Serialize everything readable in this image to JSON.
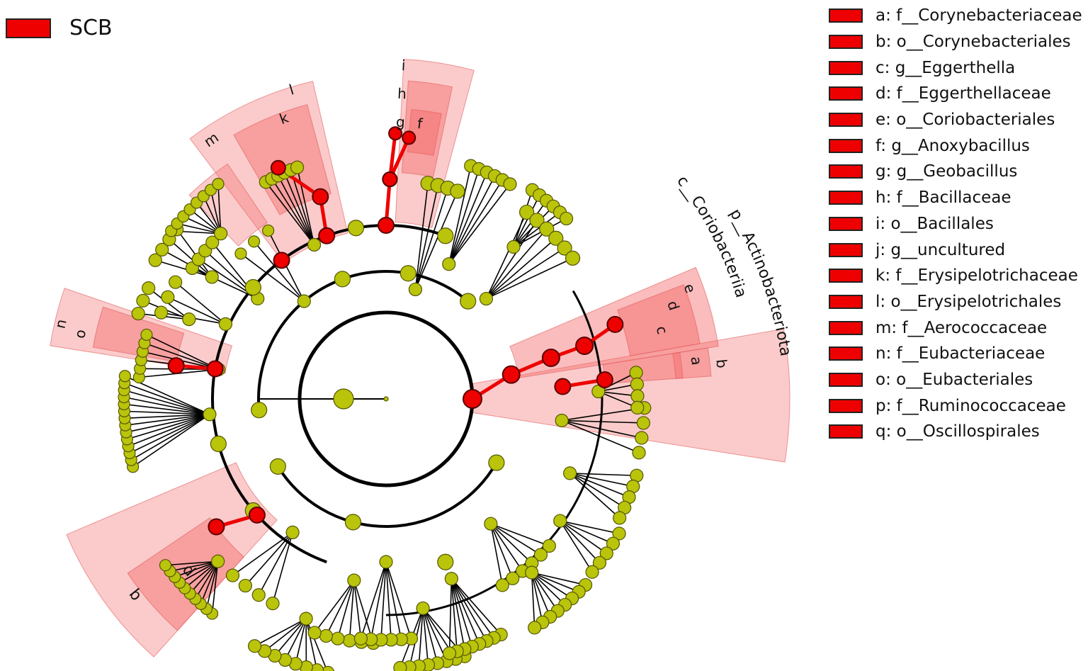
{
  "group_legend": {
    "label": "SCB",
    "color": "#ee0000"
  },
  "colors": {
    "highlight": "#ee0000",
    "node": "#b9c40a",
    "node_stroke": "#555500",
    "edge": "#000000",
    "sector": "#f36b6b"
  },
  "legend": [
    {
      "letter": "a",
      "text": "a: f__Corynebacteriaceae"
    },
    {
      "letter": "b",
      "text": "b: o__Corynebacteriales"
    },
    {
      "letter": "c",
      "text": "c: g__Eggerthella"
    },
    {
      "letter": "d",
      "text": "d: f__Eggerthellaceae"
    },
    {
      "letter": "e",
      "text": "e: o__Coriobacteriales"
    },
    {
      "letter": "f",
      "text": "f: g__Anoxybacillus"
    },
    {
      "letter": "g",
      "text": "g: g__Geobacillus"
    },
    {
      "letter": "h",
      "text": "h: f__Bacillaceae"
    },
    {
      "letter": "i",
      "text": "i: o__Bacillales"
    },
    {
      "letter": "j",
      "text": "j: g__uncultured"
    },
    {
      "letter": "k",
      "text": "k: f__Erysipelotrichaceae"
    },
    {
      "letter": "l",
      "text": "l: o__Erysipelotrichales"
    },
    {
      "letter": "m",
      "text": "m: f__Aerococcaceae"
    },
    {
      "letter": "n",
      "text": "n: f__Eubacteriaceae"
    },
    {
      "letter": "o",
      "text": "o: o__Eubacteriales"
    },
    {
      "letter": "p",
      "text": "p: f__Ruminococcaceae"
    },
    {
      "letter": "q",
      "text": "q: o__Oscillospirales"
    }
  ],
  "curved_labels": {
    "phylum": "p__Actinobacteriota",
    "class": "c__Coriobacteriia"
  },
  "sector_letters": [
    "a",
    "b",
    "c",
    "d",
    "e",
    "f",
    "g",
    "h",
    "i",
    "k",
    "l",
    "m",
    "n",
    "o",
    "b",
    "d"
  ]
}
